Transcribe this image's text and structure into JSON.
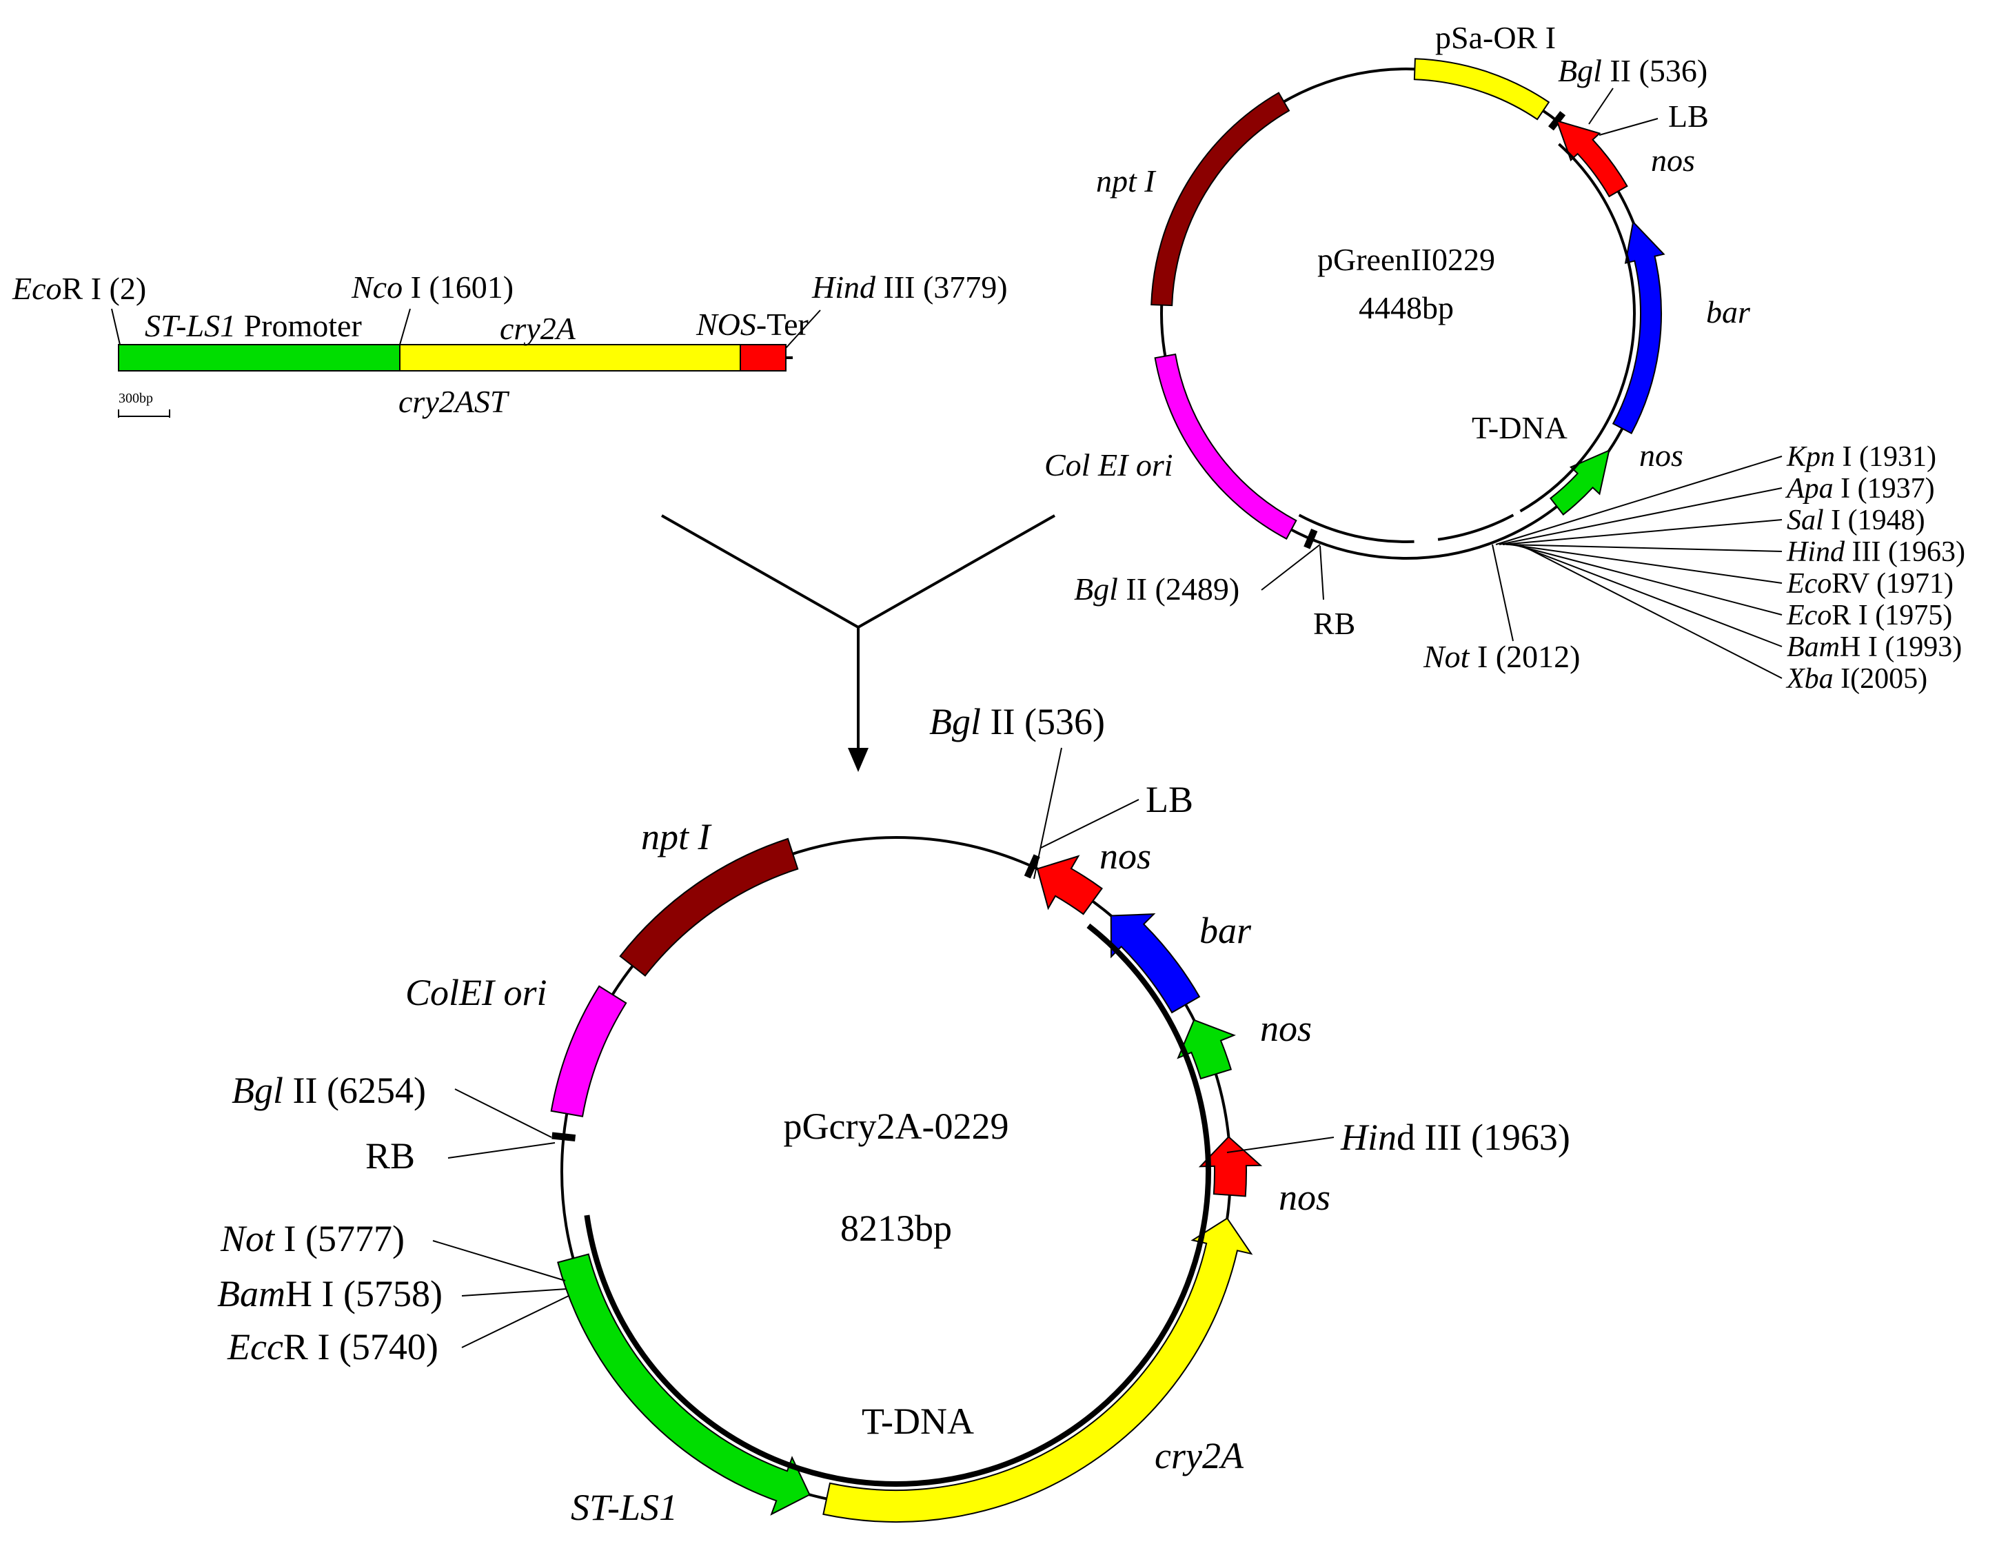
{
  "colors": {
    "npt": "#8b0000",
    "pSa": "#ffff00",
    "nos_red": "#ff0000",
    "bar": "#0000ff",
    "nos_green": "#00dd00",
    "colEI": "#ff00ff",
    "promoter": "#00dd00",
    "cry2A": "#ffff00",
    "black": "#000000"
  },
  "linear_construct": {
    "ecor1_label": "EcoR I (2)",
    "ecor1_label_parts": [
      "Eco",
      "R I (2)"
    ],
    "nco1_label_parts": [
      "Nco",
      " I (1601)"
    ],
    "hind3_label_parts": [
      "Hind",
      " III (3779)"
    ],
    "promoter_label_parts": [
      "ST-LS1",
      " Promoter"
    ],
    "cry2a_label": "cry2A",
    "nos_ter_label_parts": [
      "NOS",
      "-Ter"
    ],
    "cry2ast_label": "cry2AST",
    "scale_label": "300bp"
  },
  "plasmid_pgreen": {
    "name": "pGreenII0229",
    "size": "4448bp",
    "pSa_label": "pSa-OR I",
    "bgl2_536_parts": [
      "Bgl",
      " II (536)"
    ],
    "lb_label": "LB",
    "nos_top_label": "nos",
    "npt_label": "npt I",
    "bar_label": "bar",
    "tdna_label": "T-DNA",
    "nos_bottom_label": "nos",
    "colei_label": "Col EI ori",
    "bgl2_2489_parts": [
      "Bgl",
      " II (2489)"
    ],
    "rb_label": "RB",
    "not1_parts": [
      "Not",
      " I (2012)"
    ],
    "mcs": [
      {
        "italic": "Kpn",
        "rest": " I (1931)"
      },
      {
        "italic": "Apa",
        "rest": " I (1937)"
      },
      {
        "italic": "Sal",
        "rest": " I (1948)"
      },
      {
        "italic": "Hind",
        "rest": " III (1963)"
      },
      {
        "italic": "Eco",
        "rest": "RV (1971)"
      },
      {
        "italic": "Eco",
        "rest": "R I (1975)"
      },
      {
        "italic": "Bam",
        "rest": "H I (1993)"
      },
      {
        "italic": "Xba",
        "rest": " I(2005)"
      }
    ]
  },
  "plasmid_pgcry": {
    "name": "pGcry2A-0229",
    "size": "8213bp",
    "bgl2_536_parts": [
      "Bgl",
      " II (536)"
    ],
    "lb_label": "LB",
    "npt_label": "npt I",
    "nos1_label": "nos",
    "bar_label": "bar",
    "colei_label": "ColEI ori",
    "nos2_label": "nos",
    "bgl2_6254_parts": [
      "Bgl",
      " II (6254)"
    ],
    "rb_label": "RB",
    "hind3_parts": [
      "Hin",
      "d III (1963)"
    ],
    "nos3_label": "nos",
    "not1_parts": [
      "Not",
      " I (5777)"
    ],
    "bam_parts": [
      "Bam",
      "H I (5758)"
    ],
    "ecor1_parts": [
      "Ecc",
      "R I (5740)"
    ],
    "tdna_label": "T-DNA",
    "cry2a_label": "cry2A",
    "stls1_label": "ST-LS1"
  }
}
